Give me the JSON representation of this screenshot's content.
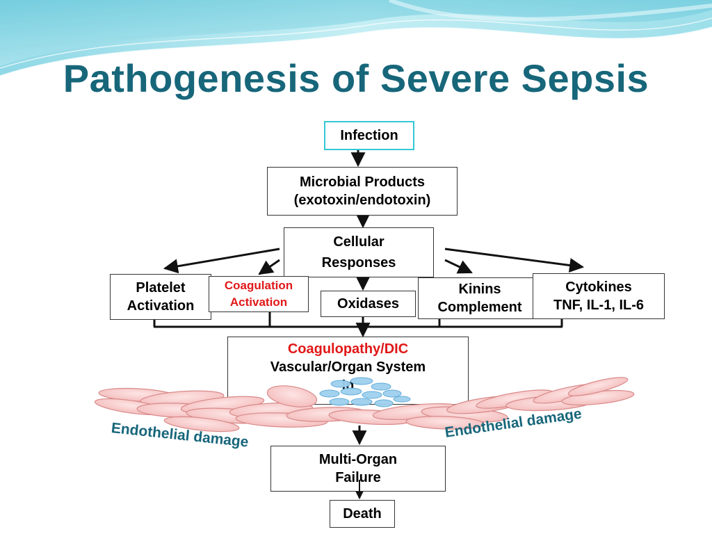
{
  "title": "Pathogenesis of Severe Sepsis",
  "colors": {
    "title": "#17667a",
    "highlight": "#e01818",
    "infection_border": "#33c7d6",
    "caption": "#17667a",
    "endothelium_fill": "#f6c9c9",
    "endothelium_stroke": "#d98a8a"
  },
  "diagram": {
    "infection": "Infection",
    "microbial_products": [
      "Microbial Products",
      "(exotoxin/endotoxin)"
    ],
    "cellular_responses": [
      "Cellular",
      "Responses"
    ],
    "platelet_activation": [
      "Platelet",
      "Activation"
    ],
    "coagulation_activation": [
      "Coagulation",
      "Activation"
    ],
    "oxidases": "Oxidases",
    "kinins_complement": [
      "Kinins",
      "Complement"
    ],
    "cytokines": [
      "Cytokines",
      "TNF, IL-1, IL-6"
    ],
    "coagulopathy": {
      "line1_red": "Coagulopathy/DIC",
      "line2": "Vascular/Organ System",
      "line3_partial": "In"
    },
    "endothelial_damage_left": "Endothelial damage",
    "endothelial_damage_right": "Endothelial damage",
    "multi_organ_failure": [
      "Multi-Organ",
      "Failure"
    ],
    "death": "Death"
  }
}
